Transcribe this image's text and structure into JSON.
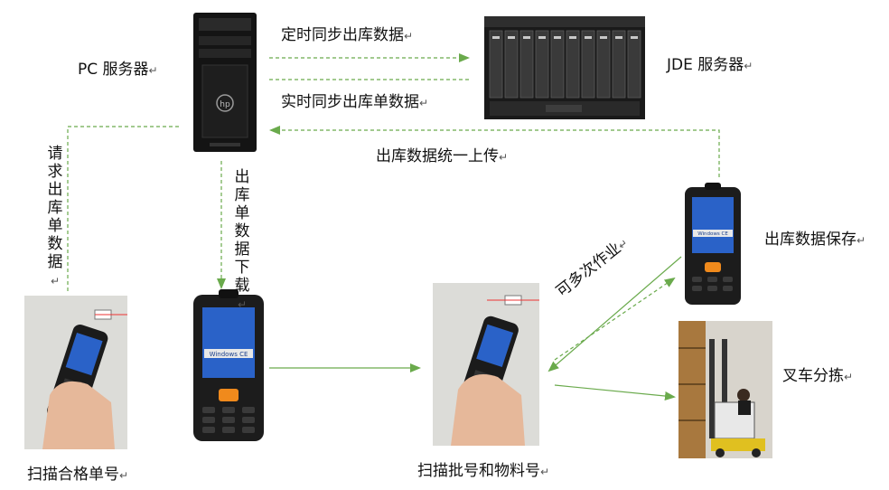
{
  "nodes": {
    "pc_server": "PC 服务器",
    "jde_server": "JDE 服务器",
    "save_data": "出库数据保存",
    "forklift": "叉车分拣",
    "scan_qualified": "扫描合格单号",
    "scan_batch": "扫描批号和物料号"
  },
  "edges": {
    "timed_sync": "定时同步出库数据",
    "realtime_sync": "实时同步出库单数据",
    "unified_upload": "出库数据统一上传",
    "request_data": "请求出库单数据",
    "download_data": "出库单数据下载",
    "repeat_work": "可多次作业"
  },
  "device": {
    "os_logo": "Windows CE"
  },
  "colors": {
    "arrow": "#6aaa4c",
    "device_body": "#1c1c1c",
    "screen": "#2a62c8",
    "keypad_accent": "#f08a1c"
  }
}
